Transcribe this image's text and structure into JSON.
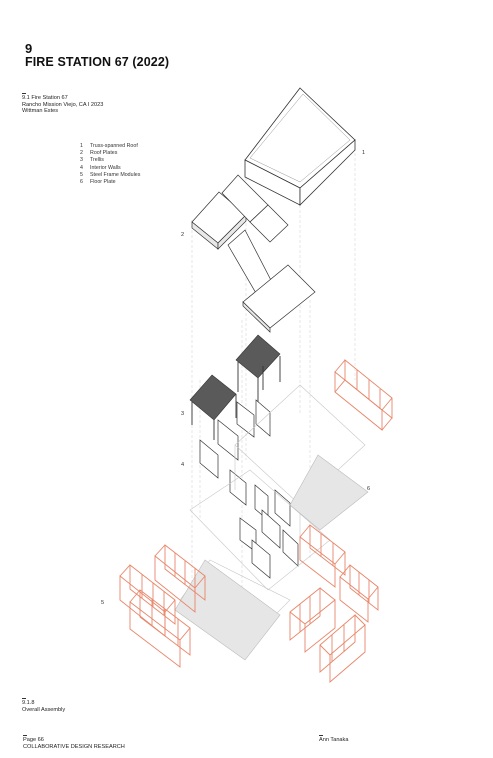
{
  "chapter": {
    "number": "9",
    "title": "FIRE STATION 67 (2022)"
  },
  "project_caption": {
    "figure": "9.1 Fire Station 67",
    "location": "Rancho Mission Viejo, CA I 2023",
    "architect": "Wittman Estes"
  },
  "legend": [
    {
      "num": "1",
      "label": "Truss-spanned Roof"
    },
    {
      "num": "2",
      "label": "Roof Plates"
    },
    {
      "num": "3",
      "label": "Trellis"
    },
    {
      "num": "4",
      "label": "Interior Walls"
    },
    {
      "num": "5",
      "label": "Steel Frame Modules"
    },
    {
      "num": "6",
      "label": "Floor Plate"
    }
  ],
  "callouts": [
    "1",
    "2",
    "3",
    "4",
    "5",
    "6"
  ],
  "figure_caption": {
    "figure": "9.1.8",
    "title": "Overall Assembly"
  },
  "footer": {
    "page": "Page 66",
    "book": "COLLABORATIVE DESIGN RESEARCH",
    "author": "Ann Tanaka"
  },
  "colors": {
    "steel_frame": "#e8866a",
    "trellis_fill": "#5a5a5a",
    "floor_fill": "#e6e6e6",
    "linework": "#333333"
  }
}
